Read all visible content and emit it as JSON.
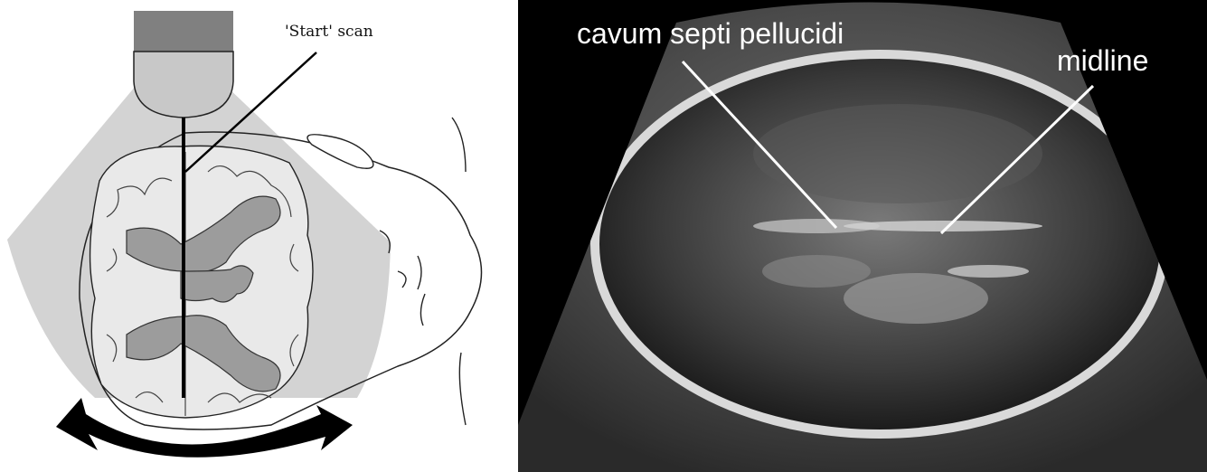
{
  "diagram": {
    "scan_label": "'Start' scan"
  },
  "ultrasound": {
    "label_cavum": "cavum septi pellucidi",
    "label_midline": "midline"
  }
}
